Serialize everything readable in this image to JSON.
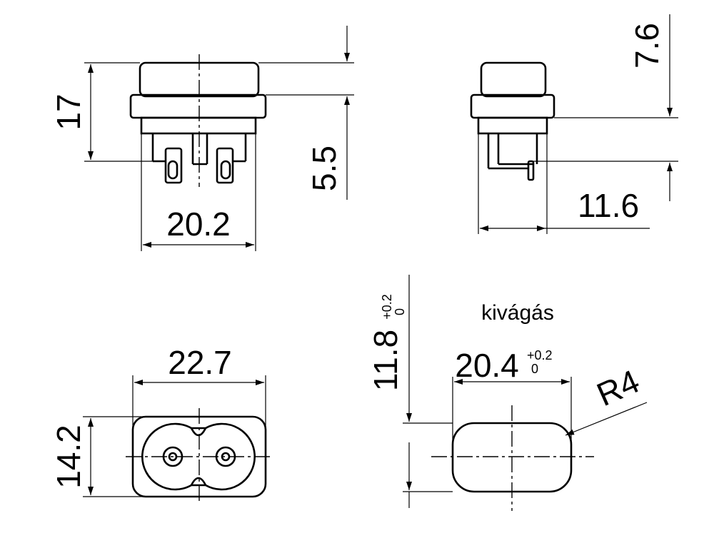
{
  "dimensions": {
    "height_total": "17",
    "pin_length": "5.5",
    "body_width": "20.2",
    "flange_depth": "7.6",
    "side_depth": "11.6",
    "flange_width": "22.7",
    "flange_height": "14.2",
    "cutout_height": "11.8",
    "cutout_height_tol_upper": "+0.2",
    "cutout_height_tol_lower": "0",
    "cutout_width": "20.4",
    "cutout_width_tol_upper": "+0.2",
    "cutout_width_tol_lower": "0",
    "corner_radius": "R4"
  },
  "labels": {
    "cutout_title": "kivágás"
  },
  "colors": {
    "line": "#000000",
    "background": "#ffffff"
  }
}
